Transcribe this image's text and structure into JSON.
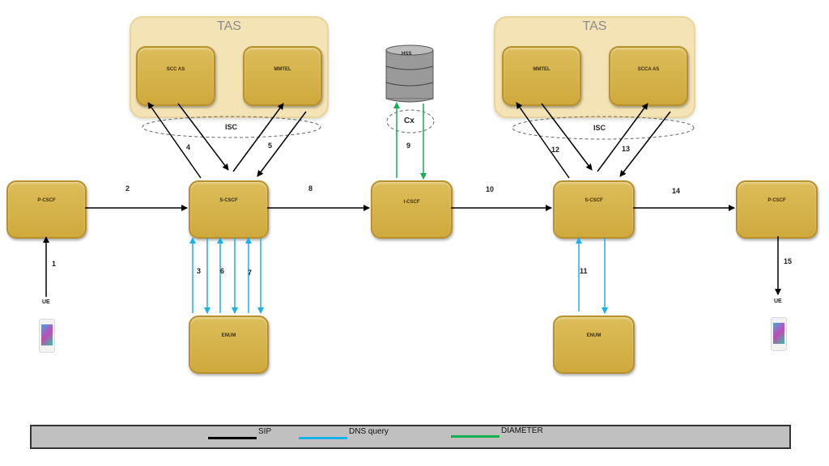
{
  "tas_left": {
    "title": "TAS",
    "apps": [
      "SCC AS",
      "MMTEL"
    ]
  },
  "tas_right": {
    "title": "TAS",
    "apps": [
      "MMTEL",
      "SCCA AS"
    ]
  },
  "isc_label": "ISC",
  "cx_label": "Cx",
  "nodes": {
    "pcscf_left": "P-CSCF",
    "scscf_left": "S-CSCF",
    "enum_left": "ENUM",
    "hss": "HSS",
    "icscf": "I-CSCF",
    "scscf_right": "S-CSCF",
    "enum_right": "ENUM",
    "pcscf_right": "P-CSCF"
  },
  "ue_label": "UE",
  "steps": [
    "1",
    "2",
    "3",
    "4",
    "5",
    "6",
    "7",
    "8",
    "9",
    "10",
    "11",
    "12",
    "13",
    "14",
    "15"
  ],
  "colors": {
    "sip": "#000000",
    "dns": "#1ab0e8",
    "diameter": "#12b050",
    "node": "#d4b04a",
    "tas": "#f3e3b5"
  },
  "legend": {
    "sip": "SIP",
    "dns": "DNS query",
    "diameter": "DIAMETER"
  }
}
